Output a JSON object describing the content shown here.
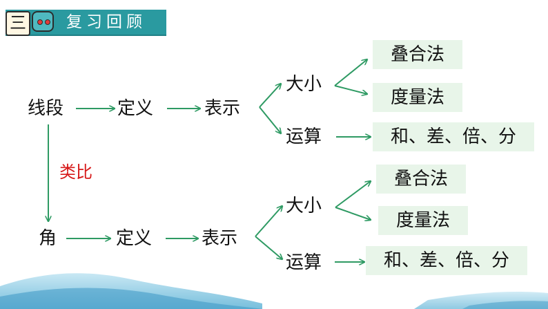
{
  "header": {
    "badge_number": "三",
    "title": "复习回顾"
  },
  "row1": {
    "start": "线段",
    "definition": "定义",
    "representation": "表示",
    "size": "大小",
    "operation": "运算",
    "method1": "叠合法",
    "method2": "度量法",
    "ops": "和、差、倍、分"
  },
  "analogy": "类比",
  "row2": {
    "start": "角",
    "definition": "定义",
    "representation": "表示",
    "size": "大小",
    "operation": "运算",
    "method1": "叠合法",
    "method2": "度量法",
    "ops": "和、差、倍、分"
  },
  "colors": {
    "arrow": "#2e9a63",
    "title_bar": "#2a9aa0",
    "box_fill": "#e8f5e9",
    "analogy_text": "#d61818"
  }
}
